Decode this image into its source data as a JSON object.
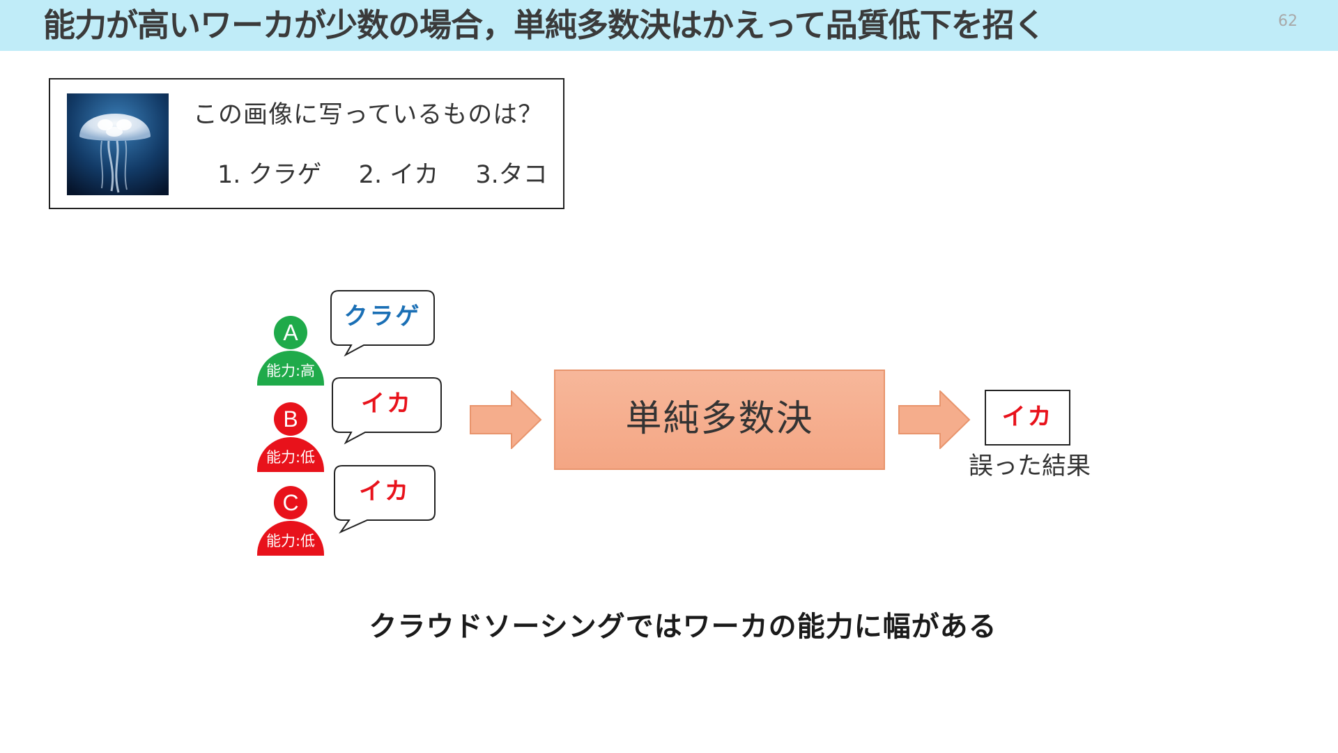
{
  "header": {
    "title": "能力が高いワーカが少数の場合，単純多数決はかえって品質低下を招く",
    "page_number": "62"
  },
  "question": {
    "prompt": "この画像に写っているものは？",
    "options": [
      "1. クラゲ",
      "2. イカ",
      "3.タコ"
    ]
  },
  "workers": [
    {
      "id": "A",
      "ability": "能力:高",
      "answer": "クラゲ",
      "color": "#1faa4a",
      "answer_color": "#1a6fb5"
    },
    {
      "id": "B",
      "ability": "能力:低",
      "answer": "イカ",
      "color": "#e8121b",
      "answer_color": "#e8121b"
    },
    {
      "id": "C",
      "ability": "能力:低",
      "answer": "イカ",
      "color": "#e8121b",
      "answer_color": "#e8121b"
    }
  ],
  "process": {
    "label": "単純多数決",
    "fill_color": "#f5ad8c"
  },
  "result": {
    "answer": "イカ",
    "caption": "誤った結果"
  },
  "bottom_message": "クラウドソーシングではワーカの能力に幅がある"
}
